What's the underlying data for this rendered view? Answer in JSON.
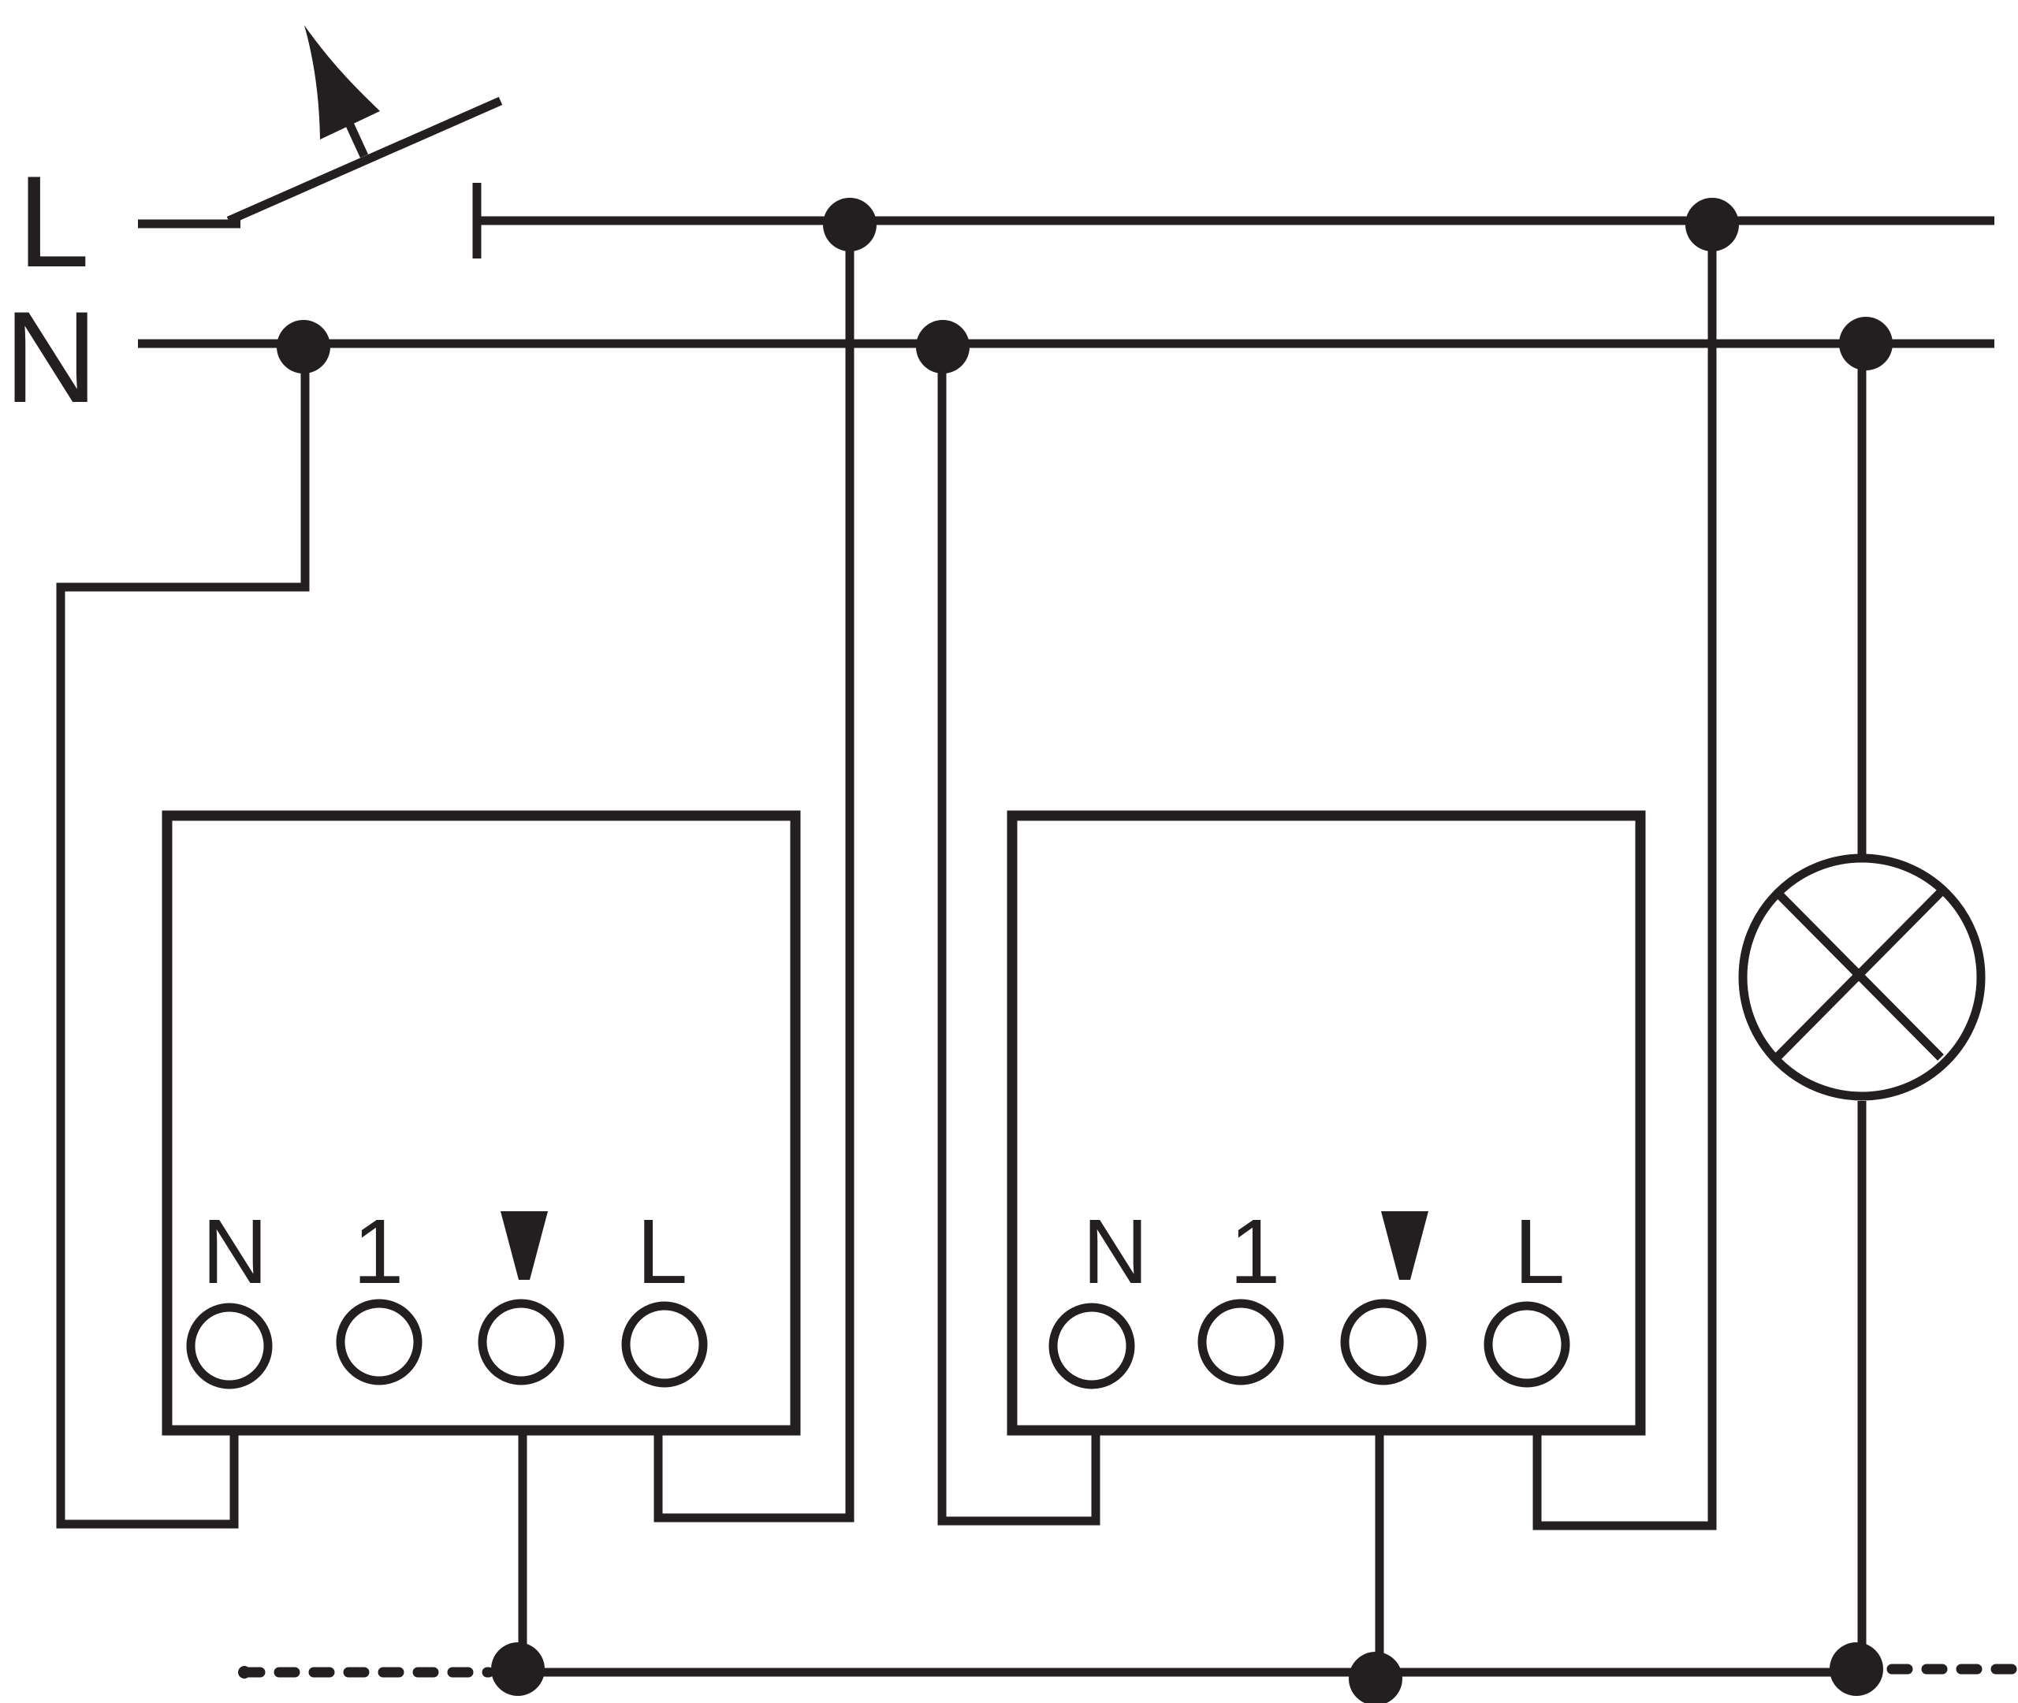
{
  "lines": {
    "l_label": "L",
    "n_label": "N"
  },
  "devices": [
    {
      "terminals": [
        "N",
        "1",
        "",
        "L"
      ]
    },
    {
      "terminals": [
        "N",
        "1",
        "",
        "L"
      ]
    }
  ],
  "icons": {
    "switch": "main-switch-icon",
    "lamp": "lamp-icon",
    "pushbutton_terminal": "down-triangle-icon"
  },
  "colors": {
    "line": "#231f20",
    "background": "#ffffff"
  }
}
